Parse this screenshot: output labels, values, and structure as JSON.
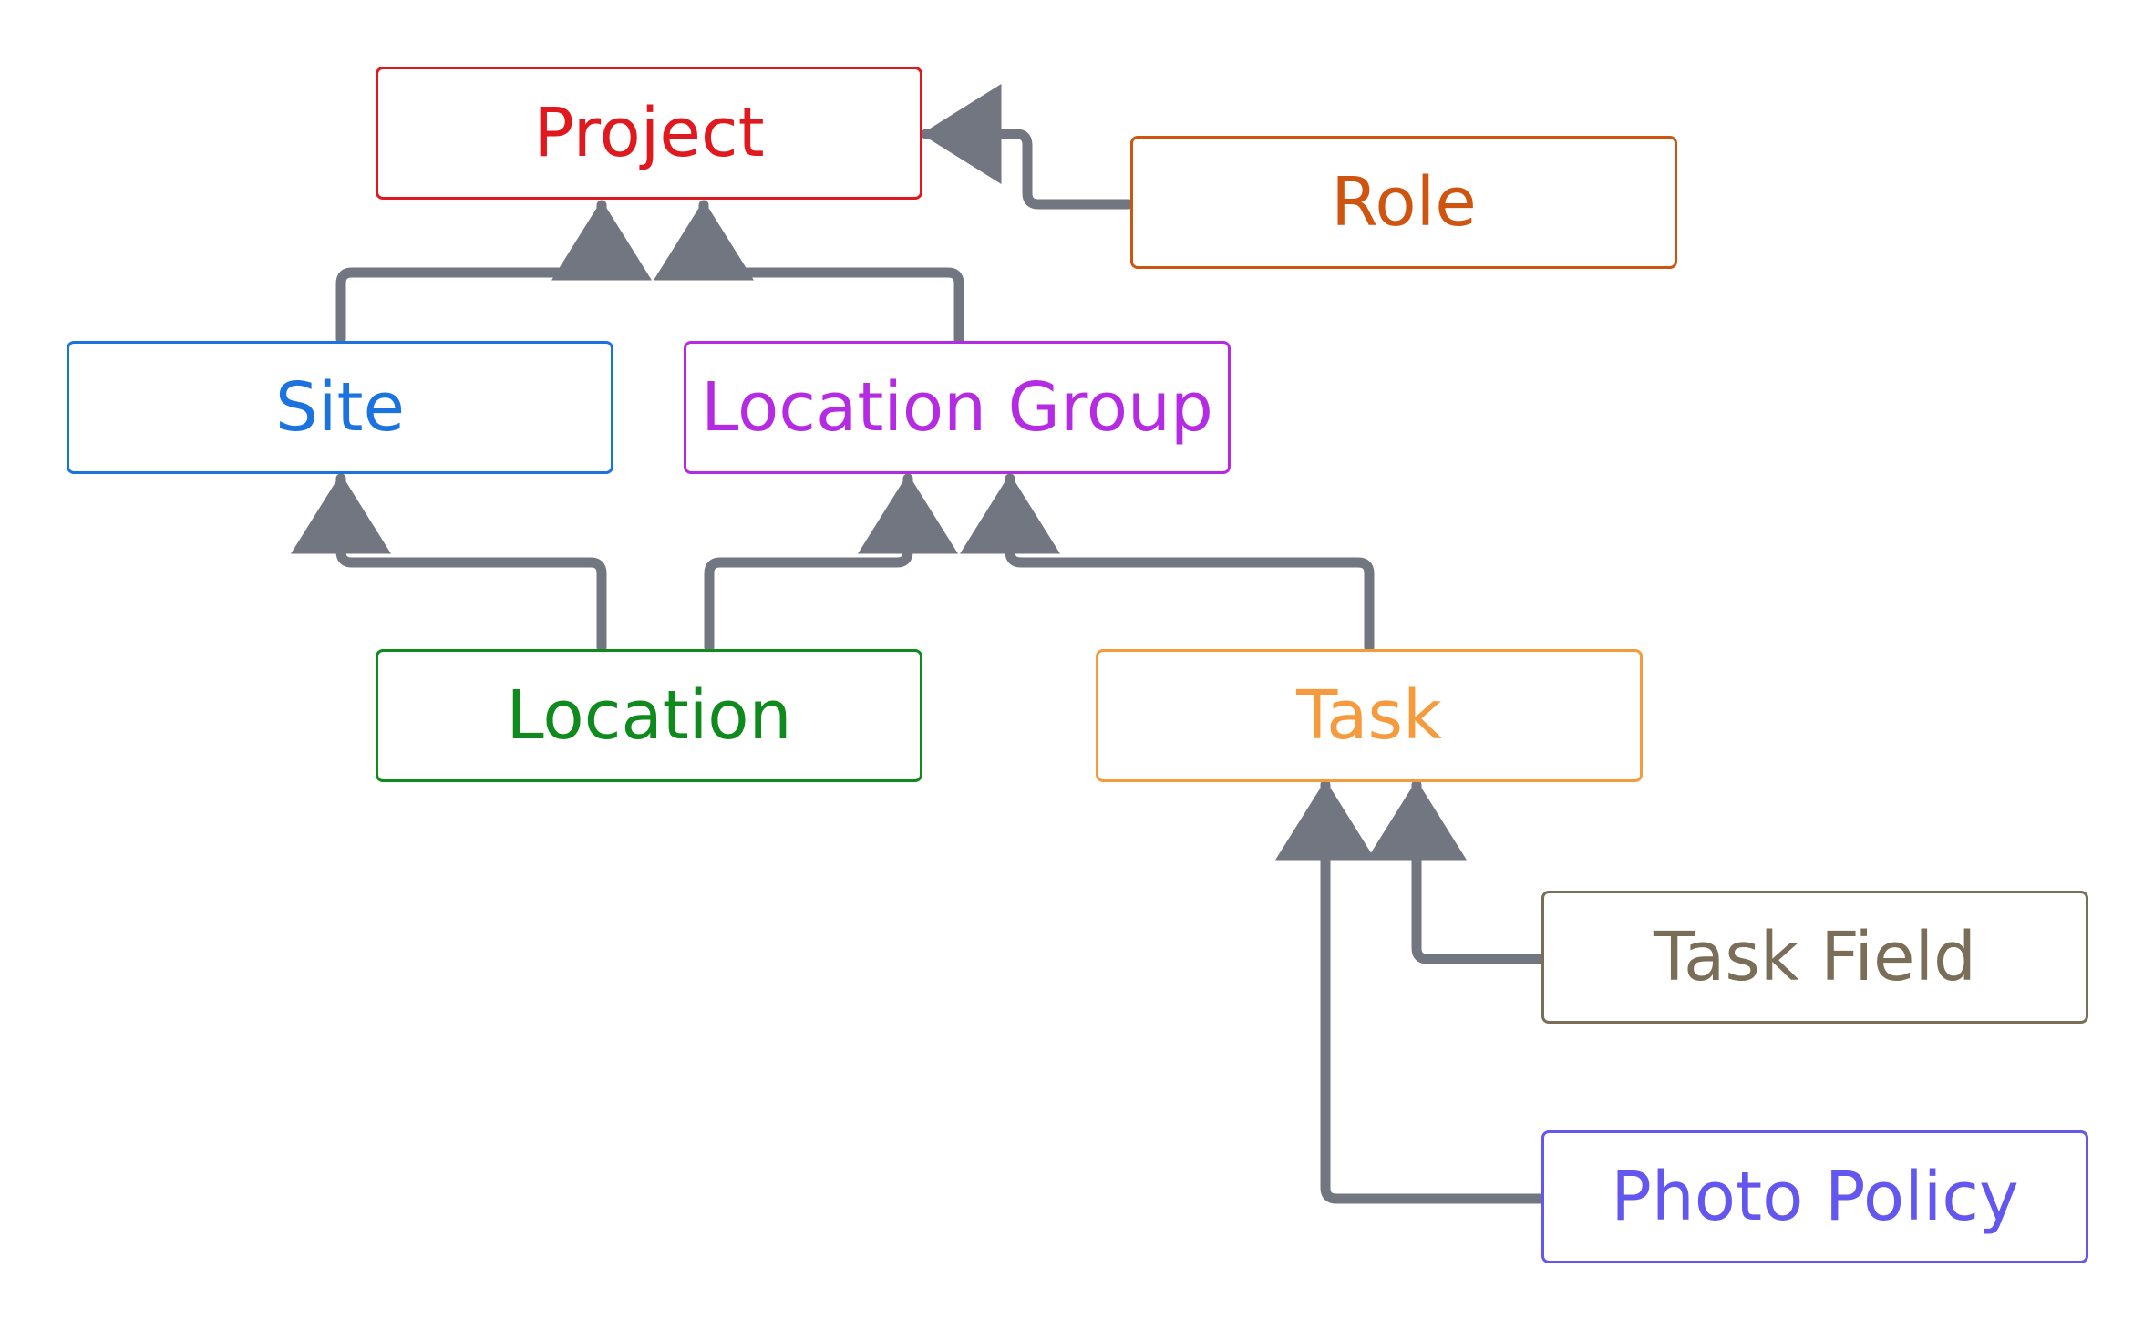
{
  "diagram": {
    "nodes": [
      {
        "id": "project",
        "label": "Project",
        "color": "#e0191e"
      },
      {
        "id": "role",
        "label": "Role",
        "color": "#cf5410"
      },
      {
        "id": "site",
        "label": "Site",
        "color": "#1b73e0"
      },
      {
        "id": "location_group",
        "label": "Location Group",
        "color": "#b52ae3"
      },
      {
        "id": "location",
        "label": "Location",
        "color": "#0f8a1c"
      },
      {
        "id": "task",
        "label": "Task",
        "color": "#f59a3d"
      },
      {
        "id": "task_field",
        "label": "Task Field",
        "color": "#7b6e58"
      },
      {
        "id": "photo_policy",
        "label": "Photo Policy",
        "color": "#6457f0"
      }
    ],
    "edges": [
      {
        "from": "role",
        "to": "project"
      },
      {
        "from": "site",
        "to": "project"
      },
      {
        "from": "location_group",
        "to": "project"
      },
      {
        "from": "location",
        "to": "site"
      },
      {
        "from": "location",
        "to": "location_group"
      },
      {
        "from": "task",
        "to": "location_group"
      },
      {
        "from": "task_field",
        "to": "task"
      },
      {
        "from": "photo_policy",
        "to": "task"
      }
    ],
    "edge_color": "#717680"
  }
}
